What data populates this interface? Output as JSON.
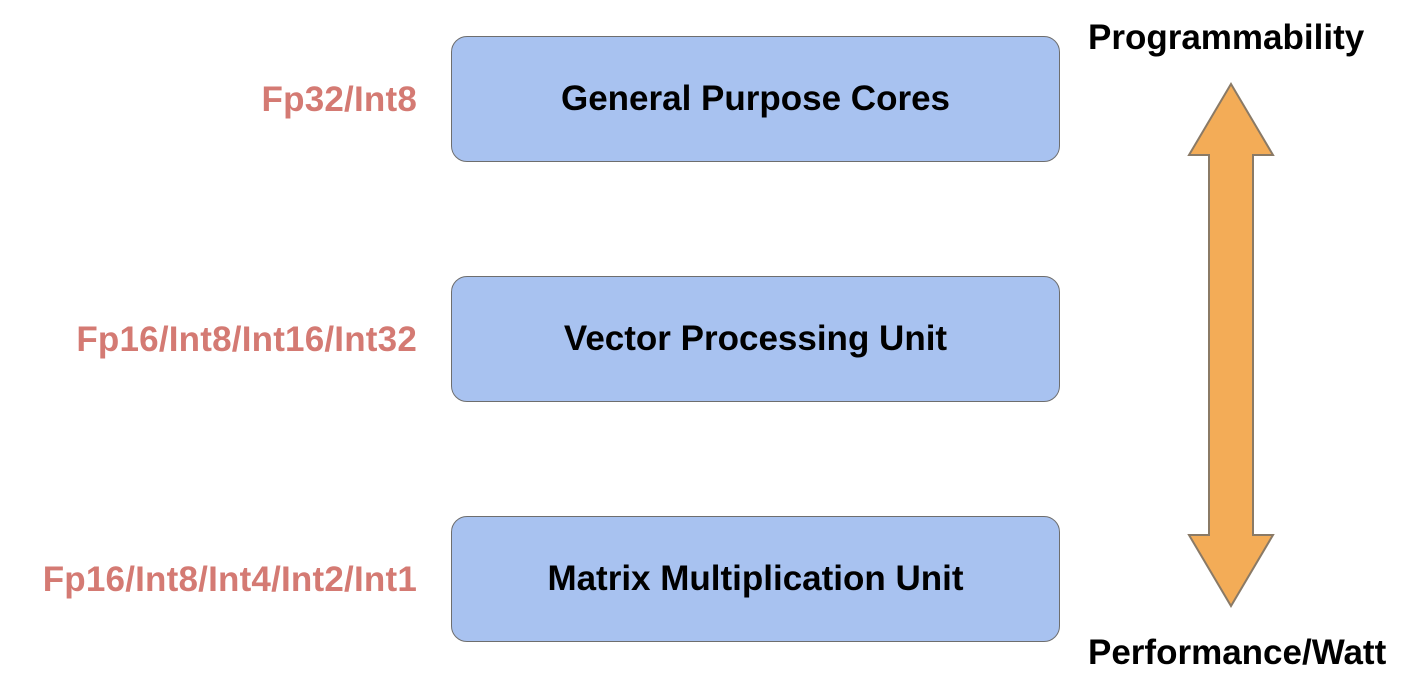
{
  "units": [
    {
      "precision": "Fp32/Int8",
      "label": "General Purpose Cores"
    },
    {
      "precision": "Fp16/Int8/Int16/Int32",
      "label": "Vector Processing Unit"
    },
    {
      "precision": "Fp16/Int8/Int4/Int2/Int1",
      "label": "Matrix Multiplication Unit"
    }
  ],
  "axis": {
    "top_label": "Programmability",
    "bottom_label": "Performance/Watt"
  },
  "colors": {
    "box_fill": "#a8c2f0",
    "box_border": "#6e6e6e",
    "precision_text": "#d47a73",
    "arrow_fill": "#f3ac57",
    "arrow_stroke": "#8a7a66"
  },
  "icons": {
    "arrow": "double-headed-vertical-arrow-icon"
  }
}
